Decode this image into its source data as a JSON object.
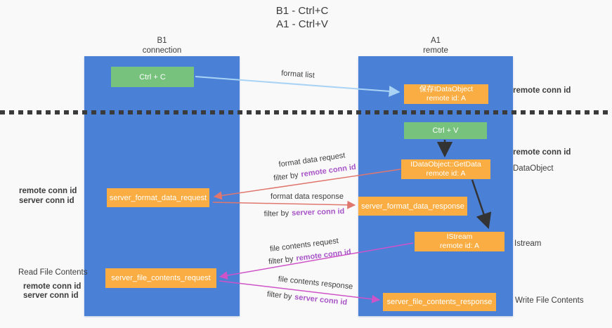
{
  "title": {
    "line1": "B1 - Ctrl+C",
    "line2": "A1 - Ctrl+V"
  },
  "lanes": {
    "left": {
      "name": "B1",
      "role": "connection"
    },
    "right": {
      "name": "A1",
      "role": "remote"
    }
  },
  "nodes": {
    "ctrl_c": {
      "label": "Ctrl + C"
    },
    "ctrl_v": {
      "label": "Ctrl + V"
    },
    "save_idataobject": {
      "line1": "保存IDataObject",
      "line2": "remote id: A"
    },
    "idataobject_getdata": {
      "line1": "IDataObject::GetData",
      "line2": "remote id: A"
    },
    "istream": {
      "line1": "IStream",
      "line2": "remote id: A"
    },
    "server_format_data_request": {
      "label": "server_format_data_request"
    },
    "server_format_data_response": {
      "label": "server_format_data_response"
    },
    "server_file_contents_request": {
      "label": "server_file_contents_request"
    },
    "server_file_contents_response": {
      "label": "server_file_contents_response"
    }
  },
  "edges": {
    "format_list": {
      "label": "format list"
    },
    "format_data_request": {
      "label": "format data request",
      "filter_prefix": "filter by",
      "filter_id": "remote conn id"
    },
    "format_data_response": {
      "label": "format data response",
      "filter_prefix": "filter by",
      "filter_id": "server conn id"
    },
    "file_contents_request": {
      "label": "file contents request",
      "filter_prefix": "filter by",
      "filter_id": "remote conn id"
    },
    "file_contents_response": {
      "label": "file contents response",
      "filter_prefix": "filter by",
      "filter_id": "server conn id"
    }
  },
  "annotations": {
    "left_format": {
      "remote": "remote conn id",
      "server": "server conn id"
    },
    "read_file_contents": "Read File Contents",
    "left_file": {
      "remote": "remote conn id",
      "server": "server conn id"
    },
    "right_top": "remote conn id",
    "right_mid": "remote conn id",
    "dataobject": "DataObject",
    "istream": "Istream",
    "write_file_contents": "Write File Contents"
  },
  "colors": {
    "lane_blue": "#4a80d6",
    "node_green": "#77c27c",
    "node_orange": "#f9ad42",
    "arrow_light_blue": "#a9d3f5",
    "arrow_salmon": "#e0776f",
    "arrow_magenta": "#cf53c8",
    "arrow_black": "#333333",
    "conn_id_purple": "#a855c8",
    "conn_id_green": "#66b966",
    "background": "#f9f9f9"
  }
}
